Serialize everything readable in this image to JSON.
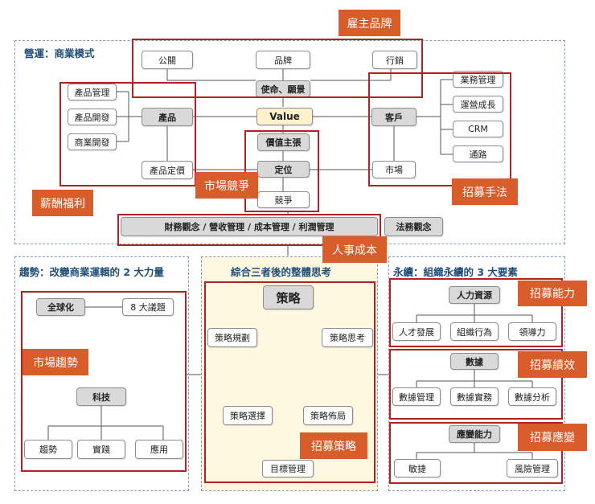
{
  "colors": {
    "accent_red": "#b22222",
    "label_orange": "#d95d2b",
    "title_blue": "#1f4e79",
    "center_panel": "#fff8e1",
    "node_gray": "#d9d9d9"
  },
  "sections": {
    "operations": "營運：商業模式",
    "trend": "趨勢：改變商業運輯的 2 大力量",
    "integrated": "綜合三者後的整體思考",
    "sustain": "永續：組織永續的 3 大要素"
  },
  "nodes": {
    "pr": "公關",
    "brand": "品牌",
    "marketing": "行銷",
    "mission": "使命、願景",
    "product_mgmt": "產品管理",
    "product_dev": "產品開發",
    "biz_dev": "商業開發",
    "product": "產品",
    "value": "Value",
    "customer": "客戶",
    "biz_mgmt": "業務管理",
    "ops_growth": "運營成長",
    "crm": "CRM",
    "channel": "通路",
    "value_prop": "價值主張",
    "positioning": "定位",
    "competition": "競爭",
    "pricing": "產品定價",
    "market": "市場",
    "finance": "財務觀念 / 營收管理 / 成本管理 / 利潤管理",
    "legal": "法務觀念",
    "globalization": "全球化",
    "eight_topics": "8 大議題",
    "tech": "科技",
    "trend": "趨勢",
    "practice": "實踐",
    "application": "應用",
    "strategy": "策略",
    "strategy_plan": "策略規劃",
    "strategy_think": "策略思考",
    "strategy_select": "策略選擇",
    "strategy_layout": "策略佈局",
    "goal_mgmt": "目標管理",
    "hr": "人力資源",
    "talent_dev": "人才發展",
    "org_behavior": "組織行為",
    "leadership": "領導力",
    "data": "數據",
    "data_mgmt": "數據管理",
    "data_practice": "數據實務",
    "data_analysis": "數據分析",
    "adapt": "應變能力",
    "agility": "敏捷",
    "risk_mgmt": "風險管理"
  },
  "labels": {
    "employer_brand": "雇主品牌",
    "compensation": "薪酬福利",
    "market_competition": "市場競爭",
    "recruit_method": "招募手法",
    "hr_cost": "人事成本",
    "market_trend": "市場趨勢",
    "recruit_strategy": "招募策略",
    "recruit_ability": "招募能力",
    "recruit_performance": "招募績效",
    "recruit_adapt": "招募應變"
  }
}
